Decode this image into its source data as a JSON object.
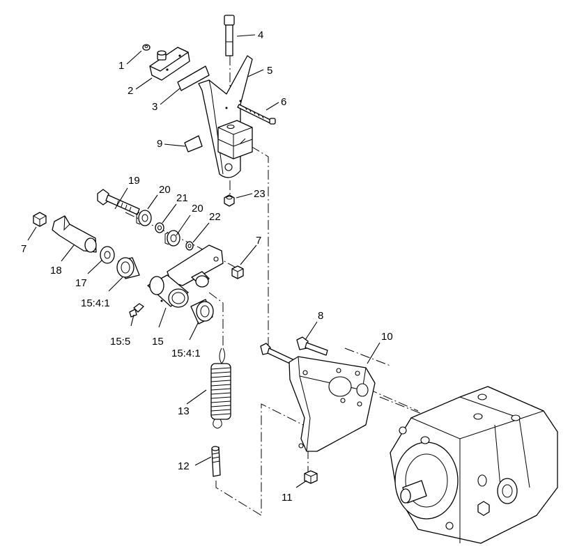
{
  "callouts": {
    "c1": "1",
    "c2": "2",
    "c3": "3",
    "c4": "4",
    "c5": "5",
    "c6": "6",
    "c7a": "7",
    "c7b": "7",
    "c8": "8",
    "c9": "9",
    "c10": "10",
    "c11": "11",
    "c12": "12",
    "c13": "13",
    "c15": "15",
    "c15_4_1a": "15:4:1",
    "c15_4_1b": "15:4:1",
    "c15_5": "15:5",
    "c17": "17",
    "c18": "18",
    "c19": "19",
    "c20a": "20",
    "c20b": "20",
    "c21": "21",
    "c22": "22",
    "c23": "23"
  }
}
